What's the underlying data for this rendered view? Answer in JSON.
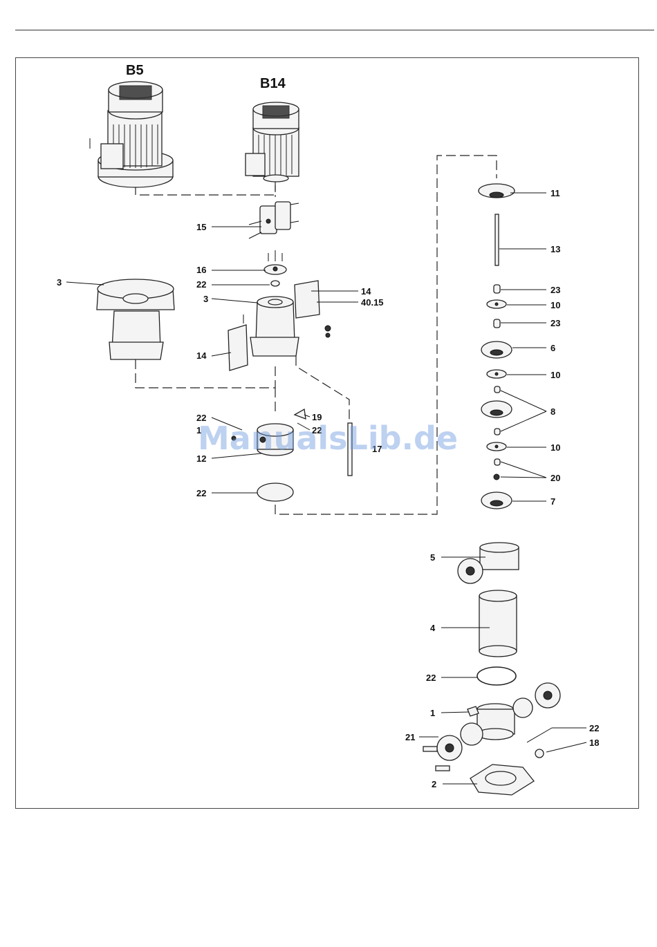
{
  "diagram": {
    "motor_labels": {
      "b5": "B5",
      "b14": "B14"
    },
    "watermark": "ManualsLib.de",
    "left_labels": {
      "l15": "15",
      "l16": "16",
      "l22a": "22",
      "l3a": "3",
      "l3b": "3",
      "l14a": "14",
      "l22b": "22",
      "l1a": "1",
      "l12": "12",
      "l22c": "22"
    },
    "center_labels": {
      "l14b": "14",
      "l4015": "40.15",
      "l19": "19",
      "l22d": "22",
      "l17": "17"
    },
    "right_labels": {
      "l11": "11",
      "l13": "13",
      "l23a": "23",
      "l10a": "10",
      "l23b": "23",
      "l6": "6",
      "l10b": "10",
      "l8": "8",
      "l10c": "10",
      "l20": "20",
      "l7": "7",
      "l5": "5",
      "l4": "4",
      "l22e": "22",
      "l1b": "1",
      "l21": "21",
      "l22f": "22",
      "l18": "18",
      "l2": "2"
    }
  }
}
